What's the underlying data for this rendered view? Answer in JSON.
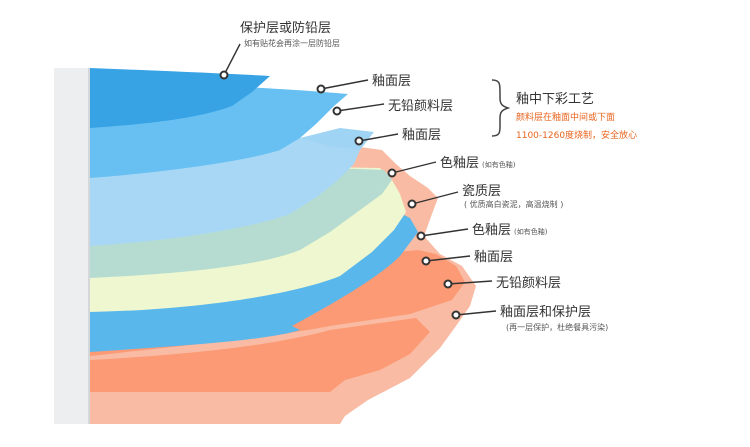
{
  "colors": {
    "panel_bg": "#eceef0",
    "panel_edge": "#d5d8db",
    "peach": "#f9bba3",
    "orange": "#fb9a74",
    "blue": "#5ab7ec",
    "cream": "#eef7cf",
    "mint": "#b6dcd1",
    "light_blue": "#a7d7f5",
    "mid_blue": "#67c0f1",
    "top_blue": "#37a3e4",
    "marker": "#333333",
    "accent": "#e8641e"
  },
  "labels": {
    "protect_top": "保护层或防铅层",
    "protect_top_note": "如有贴花会再涂一层防铅层",
    "glaze1": "釉面层",
    "pigment1": "无铅颜料层",
    "glaze2": "釉面层",
    "color_glaze1": "色釉层",
    "color_glaze1_note": "(如有色釉)",
    "porcelain": "瓷质层",
    "porcelain_note": "( 优质高白瓷泥，高温烧制 )",
    "color_glaze2": "色釉层",
    "color_glaze2_note": "(如有色釉)",
    "glaze3": "釉面层",
    "pigment2": "无铅颜料层",
    "glaze_protect": "釉面层和保护层",
    "glaze_protect_note": "(再一层保护，杜绝餐具污染)"
  },
  "side": {
    "title": "釉中下彩工艺",
    "note1": "颜料层在釉面中间或下面",
    "note2": "1100-1260度烧制，安全放心"
  }
}
